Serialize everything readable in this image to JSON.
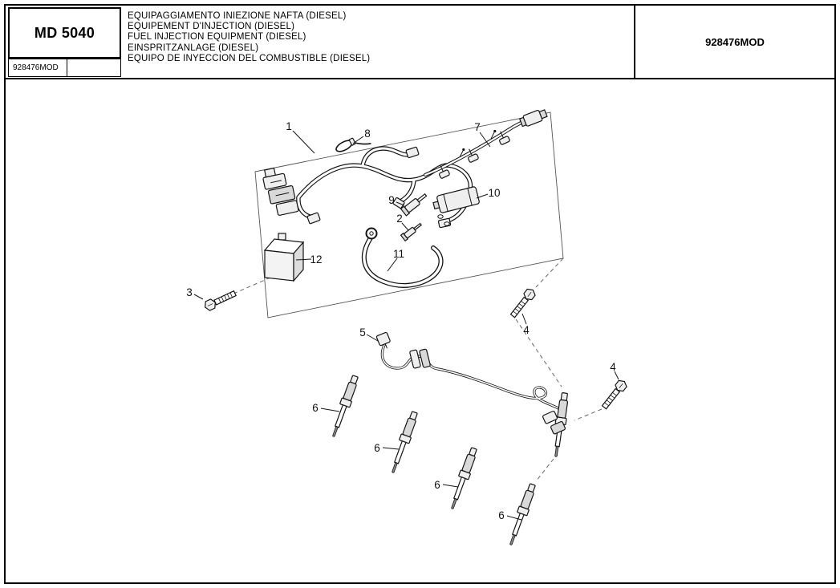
{
  "header": {
    "model": "MD 5040",
    "model_code": "928476MOD",
    "right_code": "928476MOD",
    "title_lines": [
      "EQUIPAGGIAMENTO INIEZIONE NAFTA (DIESEL)",
      "EQUIPEMENT D'INJECTION (DIESEL)",
      "FUEL INJECTION EQUIPMENT (DIESEL)",
      "EINSPRITZANLAGE (DIESEL)",
      "EQUIPO DE INYECCION DEL COMBUSTIBLE (DIESEL)"
    ]
  },
  "callouts": [
    {
      "label": "1"
    },
    {
      "label": "8"
    },
    {
      "label": "7"
    },
    {
      "label": "9"
    },
    {
      "label": "10"
    },
    {
      "label": "2"
    },
    {
      "label": "11"
    },
    {
      "label": "12"
    },
    {
      "label": "3"
    },
    {
      "label": "4"
    },
    {
      "label": "5"
    },
    {
      "label": "6"
    },
    {
      "label": "6"
    },
    {
      "label": "6"
    },
    {
      "label": "6"
    },
    {
      "label": "4"
    }
  ],
  "colors": {
    "ink": "#000000",
    "paper": "#ffffff"
  }
}
